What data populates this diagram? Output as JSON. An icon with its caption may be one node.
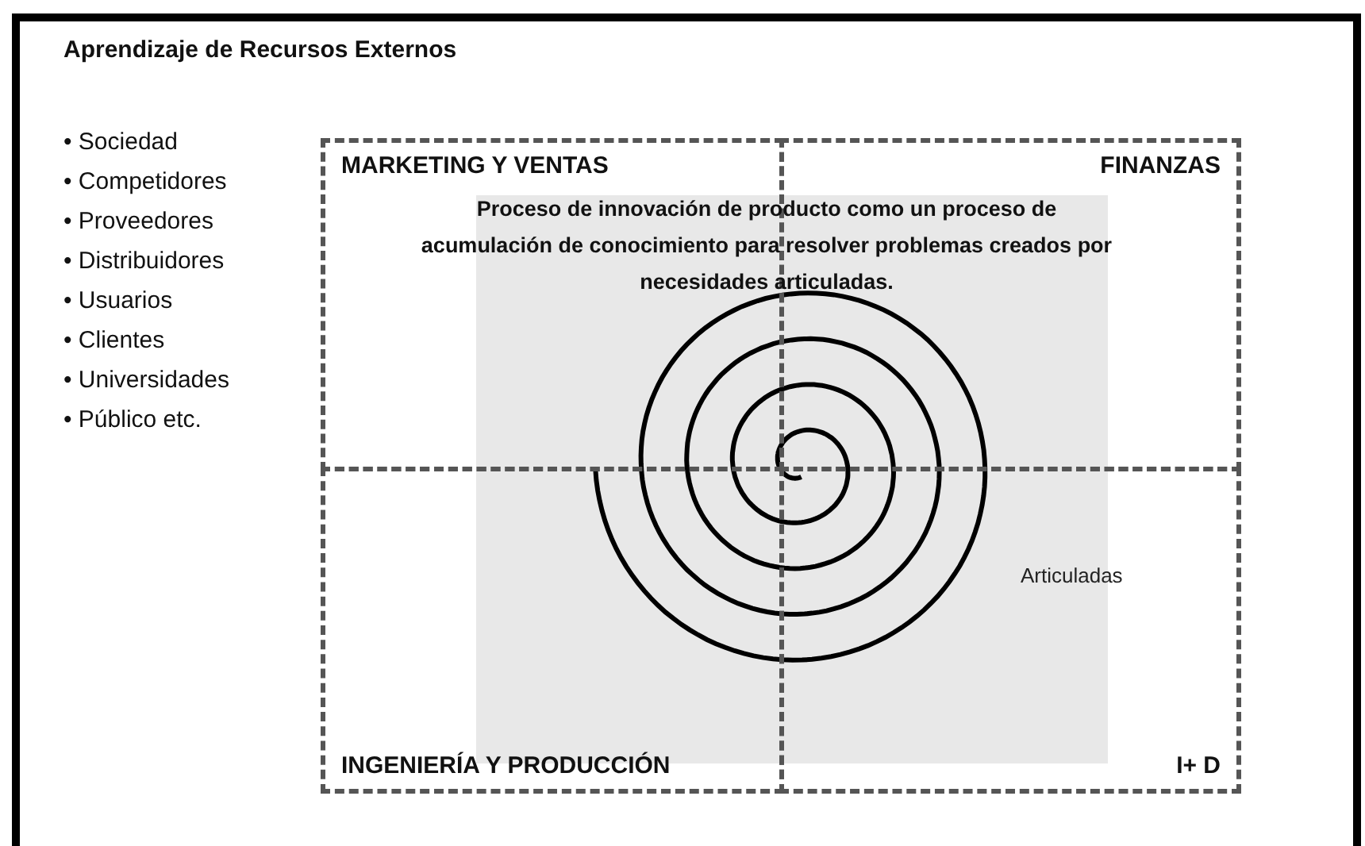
{
  "diagram": {
    "title": "Aprendizaje de Recursos Externos",
    "nodes": [
      {
        "text": [
          "MARKETING Y VENTAS"
        ]
      },
      {
        "text": [
          "FINANZAS"
        ]
      },
      {
        "text": [
          "INGENIERÍA Y PRODUCCIÓN"
        ]
      },
      {
        "text": [
          "I+ D"
        ]
      }
    ],
    "labels": [
      "• Sociedad",
      "• Competidores",
      "• Proveedores",
      "• Distribuidores",
      "• Usuarios",
      "• Clientes",
      "• Universidades",
      "• Público etc.",
      "Proceso de innovación de producto como un proceso de acumulación de conocimiento para resolver problemas creados por necesidades articuladas.",
      "Articuladas"
    ]
  }
}
